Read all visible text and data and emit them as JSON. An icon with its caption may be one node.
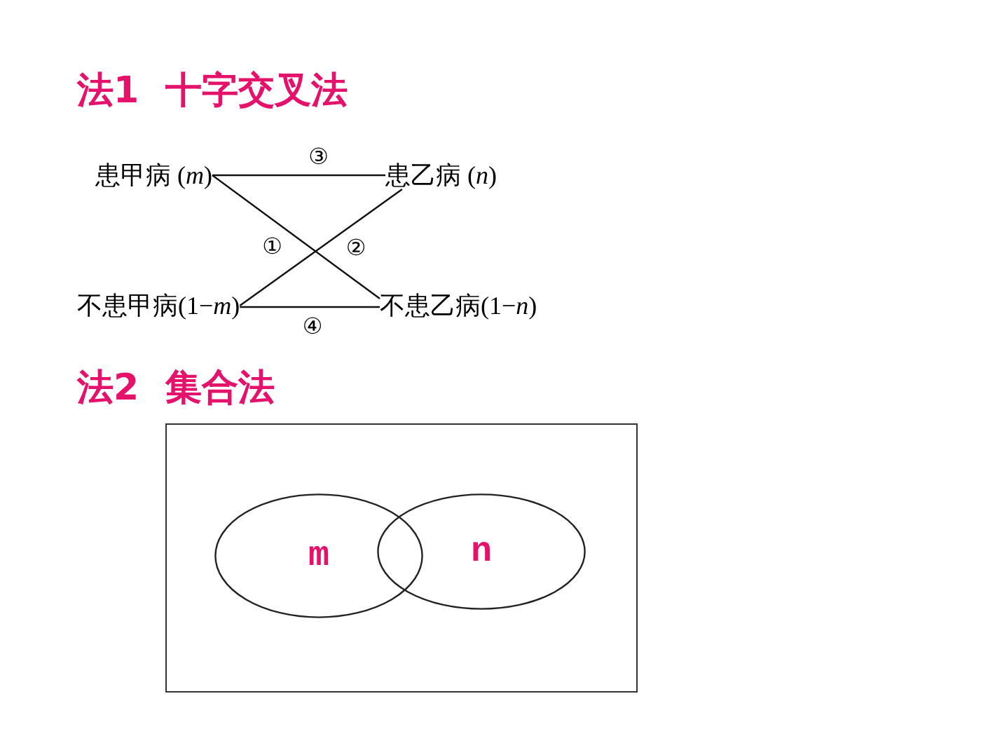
{
  "diagram": {
    "nodes": [
      {
        "text": [
          "患甲病 (*m*)"
        ]
      },
      {
        "text": [
          "患乙病 (*n*)"
        ]
      },
      {
        "text": [
          "不患甲病(1−*m*)"
        ]
      },
      {
        "text": [
          "不患乙病(1−*n*)"
        ]
      },
      {
        "text": [],
        "shape": "box"
      },
      {
        "text": [
          "m"
        ],
        "in": 4
      },
      {
        "text": [
          "n"
        ],
        "in": 4
      }
    ],
    "edges": [
      {
        "from": 0,
        "to": 1,
        "arrow": "none",
        "label": "③"
      },
      {
        "from": 0,
        "to": 3,
        "arrow": "none",
        "label": "①"
      },
      {
        "from": 2,
        "to": 1,
        "arrow": "none",
        "label": "②"
      },
      {
        "from": 2,
        "to": 3,
        "arrow": "none",
        "label": "④"
      }
    ],
    "labels": [
      "法1 十字交叉法",
      "法2 集合法"
    ]
  }
}
